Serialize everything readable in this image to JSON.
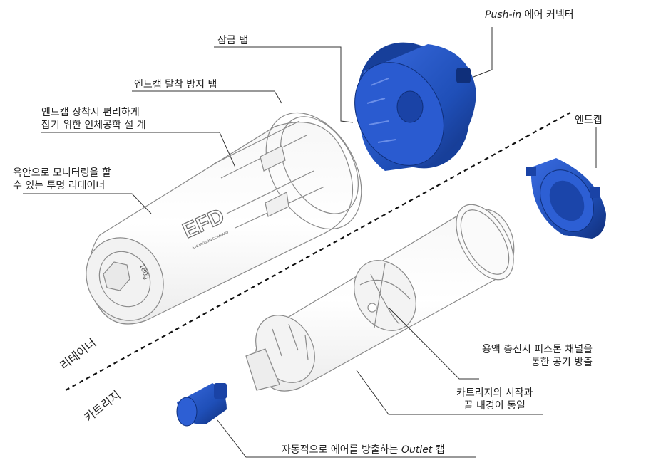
{
  "labels": {
    "push_in_prefix": "Push-in",
    "push_in_suffix": " 에어 커넥터",
    "lock_tab": "잠금 탭",
    "endcap_anti_detach_tab": "엔드캡 탈착 방지 탭",
    "ergonomic_line1": "엔드캡 장착시 편리하게",
    "ergonomic_line2": "잡기 위한 인체공학 설 계",
    "transparent_line1": "육안으로 모니터링을 할",
    "transparent_line2": "수 있는 투명 리테이너",
    "end_cap": "엔드캡",
    "piston_line1": "용액 충진시 피스톤 채널을",
    "piston_line2": "통한 공기 방출",
    "bore_line1": "카트리지의 시작과",
    "bore_line2": "끝 내경이 동일",
    "outlet_prefix": "자동적으로 에어를 방출하는 ",
    "outlet_italic": "Outlet",
    "outlet_suffix": " 캡"
  },
  "sections": {
    "retainer": "리테이너",
    "cartridge": "카트리지"
  },
  "product_marks": {
    "brand": "EFD",
    "brand_sub": "A NORDSON COMPANY",
    "capacity": "180g"
  },
  "colors": {
    "blue_part": "#1f4fb8",
    "blue_dark": "#143a8f",
    "outline": "#8a8a8a",
    "leader": "#333333"
  }
}
